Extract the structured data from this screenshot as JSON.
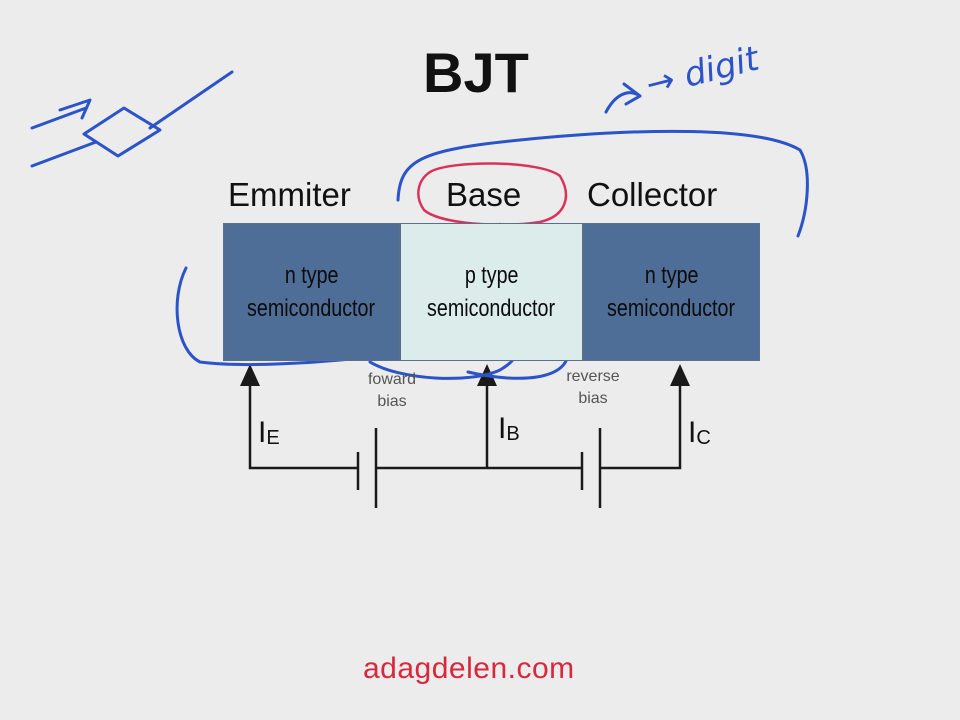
{
  "title": "BJT",
  "regions": {
    "emitter_label": "Emmiter",
    "base_label": "Base",
    "collector_label": "Collector"
  },
  "blocks": {
    "emitter": {
      "line1": "n type",
      "line2": "semiconductor"
    },
    "base": {
      "line1": "p type",
      "line2": "semiconductor"
    },
    "collector": {
      "line1": "n type",
      "line2": "semiconductor"
    }
  },
  "bias": {
    "forward_line1": "foward",
    "forward_line2": "bias",
    "reverse_line1": "reverse",
    "reverse_line2": "bias"
  },
  "currents": {
    "emitter_main": "I",
    "emitter_sub": "E",
    "base_main": "I",
    "base_sub": "B",
    "collector_main": "I",
    "collector_sub": "C"
  },
  "annotation": {
    "text": "→ digit"
  },
  "footer": "adagdelen.com",
  "colors": {
    "n_block": "#4e6d97",
    "p_block": "#dceceb",
    "handwriting_blue": "#2b54c8",
    "handwriting_red": "#d8345a",
    "footer_red": "#d9273c"
  }
}
